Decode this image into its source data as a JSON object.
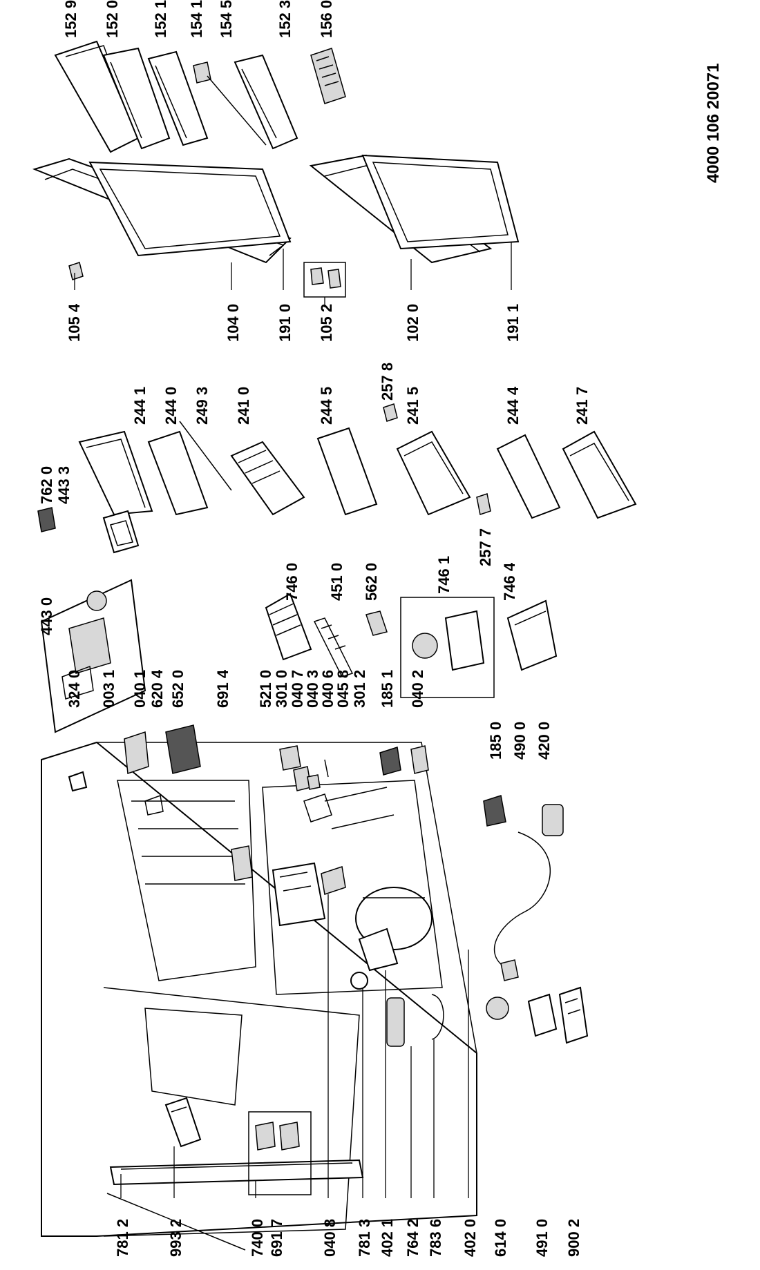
{
  "document_number": "4000 106 20071",
  "parts": {
    "p1529": "152 9",
    "p1520": "152 0",
    "p1521": "152 1",
    "p1541": "154 1",
    "p1545": "154 5",
    "p1523": "152 3",
    "p1560": "156 0",
    "p1054": "105 4",
    "p1040": "104 0",
    "p1910": "191 0",
    "p1052": "105 2",
    "p1020": "102 0",
    "p1911": "191 1",
    "p7620": "762 0",
    "p4433": "443 3",
    "p2441": "244 1",
    "p2440": "244 0",
    "p2493": "249 3",
    "p2410": "241 0",
    "p2445": "244 5",
    "p2578": "257 8",
    "p2415": "241 5",
    "p2577": "257 7",
    "p2444": "244 4",
    "p2417": "241 7",
    "p4430": "443 0",
    "p7460": "746 0",
    "p4510": "451 0",
    "p5620": "562 0",
    "p7461": "746 1",
    "p7464": "746 4",
    "p3240": "324 0",
    "p0031": "003 1",
    "p0401": "040 1",
    "p6204": "620 4",
    "p6520": "652 0",
    "p6914": "691 4",
    "p5210": "521 0",
    "p3010": "301 0",
    "p0407": "040 7",
    "p0403": "040 3",
    "p0406": "040 6",
    "p0458": "045 8",
    "p3012": "301 2",
    "p1851": "185 1",
    "p0402": "040 2",
    "p1850": "185 0",
    "p4900": "490 0",
    "p4200": "420 0",
    "p7812": "781 2",
    "p9932": "993 2",
    "p7400": "740 0",
    "p6917": "691 7",
    "p0408": "040 8",
    "p7813": "781 3",
    "p4021": "402 1",
    "p7642": "764 2",
    "p7836": "783 6",
    "p4020": "402 0",
    "p6140": "614 0",
    "p4910": "491 0",
    "p9002": "900 2"
  }
}
